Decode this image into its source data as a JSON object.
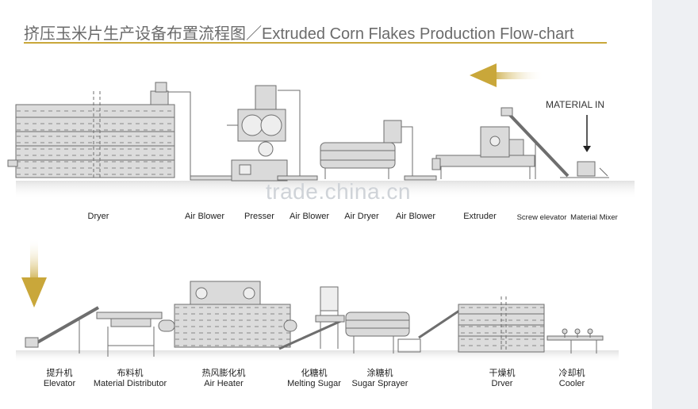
{
  "title": "挤压玉米片生产设备布置流程图／Extruded Corn Flakes Production Flow-chart",
  "material_in": "MATERIAL IN",
  "watermark": "trade.china.cn",
  "top_row": [
    {
      "en": "Dryer"
    },
    {
      "en": "Air Blower"
    },
    {
      "en": "Presser"
    },
    {
      "en": "Air Blower"
    },
    {
      "en": "Air Dryer"
    },
    {
      "en": "Air Blower"
    },
    {
      "en": "Extruder"
    },
    {
      "en": "Screw elevator"
    },
    {
      "en": "Material Mixer"
    }
  ],
  "bottom_row": [
    {
      "zh": "提升机",
      "en": "Elevator"
    },
    {
      "zh": "布料机",
      "en": "Material Distributor"
    },
    {
      "zh": "热风膨化机",
      "en": "Air Heater"
    },
    {
      "zh": "化糖机",
      "en": "Melting Sugar"
    },
    {
      "zh": "涂糖机",
      "en": "Sugar Sprayer"
    },
    {
      "zh": "干燥机",
      "en": "Drver"
    },
    {
      "zh": "冷却机",
      "en": "Cooler"
    }
  ],
  "colors": {
    "accent_gold": "#c9a73a",
    "machine_stroke": "#6e6e6e",
    "machine_fill": "#dadada"
  }
}
